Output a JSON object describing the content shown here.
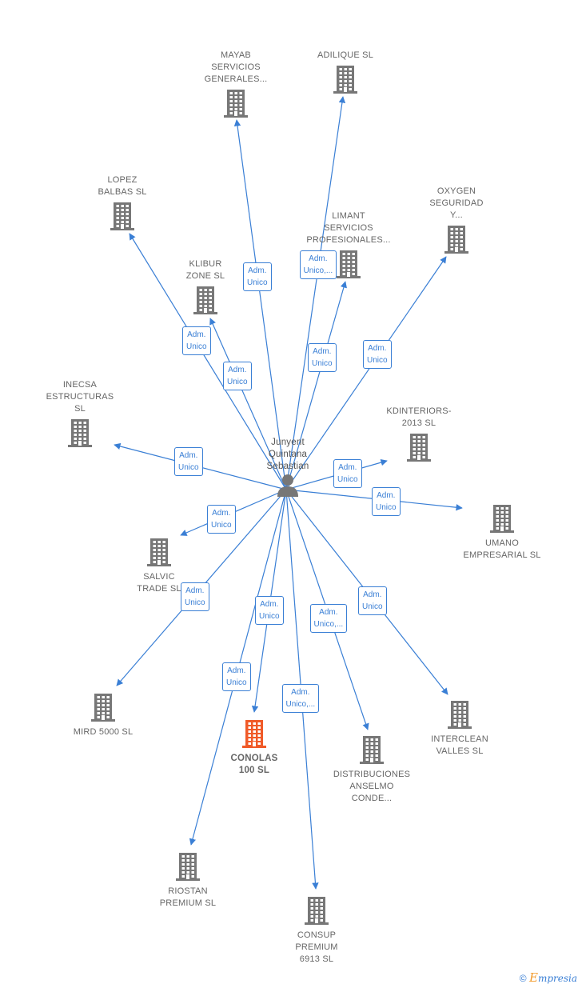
{
  "center": {
    "label": "Junyent\nQuintana\nSebastian",
    "icon": "person-icon"
  },
  "colors": {
    "edge": "#3a7fd5",
    "building": "#777777",
    "focus": "#f05a28"
  },
  "companies": [
    {
      "id": "mayab",
      "label": "MAYAB\nSERVICIOS\nGENERALES...",
      "focus": false
    },
    {
      "id": "adilique",
      "label": "ADILIQUE  SL",
      "focus": false
    },
    {
      "id": "lopez",
      "label": "LOPEZ\nBALBAS SL",
      "focus": false
    },
    {
      "id": "oxygen",
      "label": "OXYGEN\nSEGURIDAD\nY...",
      "focus": false
    },
    {
      "id": "limant",
      "label": "LIMANT\nSERVICIOS\nPROFESIONALES...",
      "focus": false
    },
    {
      "id": "klibur",
      "label": "KLIBUR\nZONE  SL",
      "focus": false
    },
    {
      "id": "inecsa",
      "label": "INECSA\nESTRUCTURAS\nSL",
      "focus": false
    },
    {
      "id": "kdinteriors",
      "label": "KDINTERIORS-\n2013  SL",
      "focus": false
    },
    {
      "id": "umano",
      "label": "UMANO\nEMPRESARIAL SL",
      "focus": false
    },
    {
      "id": "salvic",
      "label": "SALVIC\nTRADE SL",
      "focus": false
    },
    {
      "id": "mird",
      "label": "MIRD 5000  SL",
      "focus": false
    },
    {
      "id": "conolas",
      "label": "CONOLAS\n100  SL",
      "focus": true
    },
    {
      "id": "distribuciones",
      "label": "DISTRIBUCIONES\nANSELMO\nCONDE...",
      "focus": false
    },
    {
      "id": "interclean",
      "label": "INTERCLEAN\nVALLES SL",
      "focus": false
    },
    {
      "id": "riostan",
      "label": "RIOSTAN\nPREMIUM  SL",
      "focus": false
    },
    {
      "id": "consup",
      "label": "CONSUP\nPREMIUM\n6913  SL",
      "focus": false
    }
  ],
  "relations": [
    {
      "to": "mayab",
      "label": "Adm.\nUnico"
    },
    {
      "to": "adilique",
      "label": "Adm.\nUnico,..."
    },
    {
      "to": "lopez",
      "label": "Adm.\nUnico"
    },
    {
      "to": "oxygen",
      "label": "Adm.\nUnico"
    },
    {
      "to": "limant",
      "label": "Adm.\nUnico"
    },
    {
      "to": "klibur",
      "label": "Adm.\nUnico"
    },
    {
      "to": "inecsa",
      "label": "Adm.\nUnico"
    },
    {
      "to": "kdinteriors",
      "label": "Adm.\nUnico"
    },
    {
      "to": "umano",
      "label": "Adm.\nUnico"
    },
    {
      "to": "salvic",
      "label": "Adm.\nUnico"
    },
    {
      "to": "mird",
      "label": "Adm.\nUnico"
    },
    {
      "to": "conolas",
      "label": "Adm.\nUnico"
    },
    {
      "to": "distribuciones",
      "label": "Adm.\nUnico,..."
    },
    {
      "to": "interclean",
      "label": "Adm.\nUnico"
    },
    {
      "to": "riostan",
      "label": "Adm.\nUnico"
    },
    {
      "to": "consup",
      "label": "Adm.\nUnico,..."
    }
  ],
  "brand": {
    "copyright": "©",
    "e": "E",
    "rest": "mpresia"
  }
}
